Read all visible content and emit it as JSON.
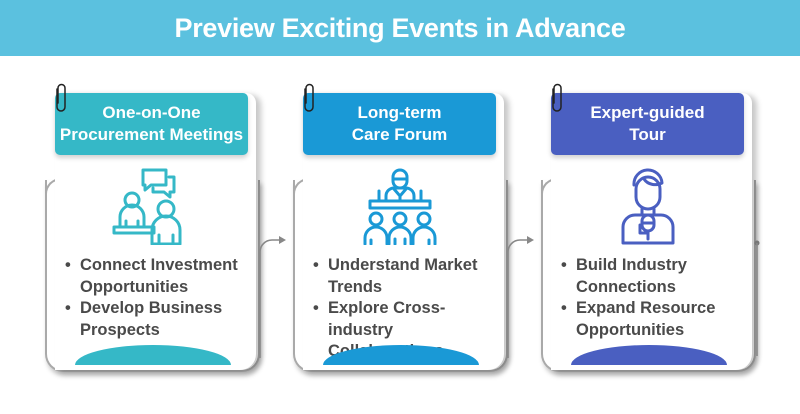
{
  "banner": {
    "title": "Preview Exciting Events in Advance",
    "color": "#5BC1DF"
  },
  "cards": [
    {
      "title_line1": "One-on-One",
      "title_line2": "Procurement Meetings",
      "color": "#35B8C7",
      "icon": "meeting-chat-icon",
      "bullets": [
        "Connect Investment Opportunities",
        "Develop Business Prospects"
      ]
    },
    {
      "title_line1": "Long-term",
      "title_line2": "Care Forum",
      "color": "#1A99D6",
      "icon": "forum-podium-icon",
      "bullets": [
        "Understand Market Trends",
        "Explore Cross-industry Collaborations"
      ]
    },
    {
      "title_line1": "Expert-guided",
      "title_line2": "Tour",
      "color": "#4A5FC1",
      "icon": "speaker-microphone-icon",
      "bullets": [
        "Build Industry Connections",
        "Expand Resource Opportunities"
      ]
    }
  ],
  "icons": {
    "clip": "paperclip-icon",
    "arrow": "arrow-right-icon"
  }
}
